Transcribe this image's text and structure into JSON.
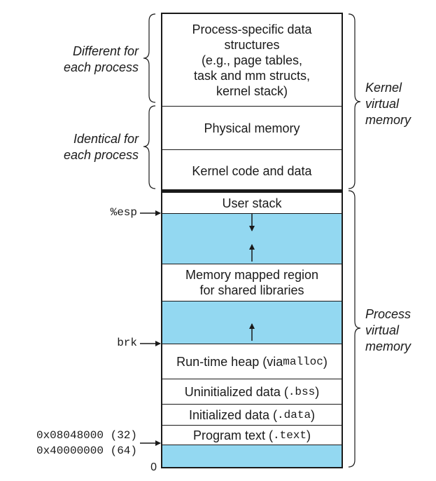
{
  "segments": {
    "kernel_ds_lines": [
      "Process-specific data",
      "structures",
      "(e.g., page tables,",
      "task and mm structs,",
      "kernel stack)"
    ],
    "physical_memory": "Physical memory",
    "kernel_code": "Kernel code and data",
    "user_stack": "User stack",
    "mmap_lines": [
      "Memory mapped region",
      "for shared libraries"
    ],
    "heap_prefix": "Run-time heap (via ",
    "heap_code": "malloc",
    "heap_suffix": ")",
    "bss_prefix": "Uninitialized data (",
    "bss_code": ".bss",
    "bss_suffix": ")",
    "data_prefix": "Initialized data (",
    "data_code": ".data",
    "data_suffix": ")",
    "text_prefix": "Program text (",
    "text_code": ".text",
    "text_suffix": ")"
  },
  "left_notes": {
    "different_lines": [
      "Different for",
      "each process"
    ],
    "identical_lines": [
      "Identical for",
      "each process"
    ]
  },
  "right_notes": {
    "kernel_lines": [
      "Kernel",
      "virtual",
      "memory"
    ],
    "process_lines": [
      "Process",
      "virtual",
      "memory"
    ]
  },
  "pointers": {
    "esp": "%esp",
    "brk": "brk",
    "addr32": "0x08048000 (32)",
    "addr64": "0x40000000 (64)",
    "zero": "0"
  },
  "colors": {
    "free_region": "#93d8f1",
    "stroke": "#1a1a1a"
  }
}
